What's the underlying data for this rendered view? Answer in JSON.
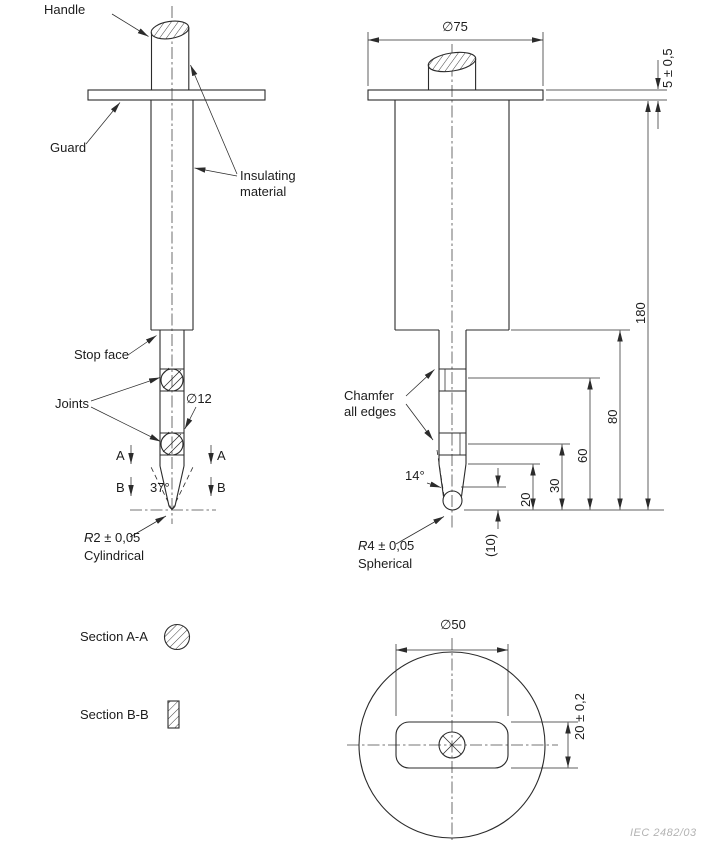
{
  "side_view": {
    "handle": "Handle",
    "guard": "Guard",
    "insulating": "Insulating\nmaterial",
    "stop_face": "Stop face",
    "joints": "Joints",
    "finger_diameter": "∅12",
    "section_a": "A",
    "section_b": "B",
    "tip_angle": "37°",
    "tip_radius": "R2 ± 0,05",
    "tip_shape": "Cylindrical"
  },
  "front_view": {
    "guard_diameter": "∅75",
    "guard_thickness": "5 ± 0,5",
    "chamfer": "Chamfer\nall edges",
    "tip_angle": "14°",
    "dim_180": "180",
    "dim_80": "80",
    "dim_60": "60",
    "dim_30": "30",
    "dim_20": "20",
    "dim_10": "(10)",
    "tip_radius": "R4 ± 0,05",
    "tip_shape": "Spherical"
  },
  "sections": {
    "aa": "Section A-A",
    "bb": "Section B-B"
  },
  "handle_section_view": {
    "diameter": "∅50",
    "thickness": "20 ± 0,2"
  },
  "reference": "IEC 2482/03",
  "colors": {
    "line": "#2b2b2b",
    "text": "#1c1c1c"
  }
}
